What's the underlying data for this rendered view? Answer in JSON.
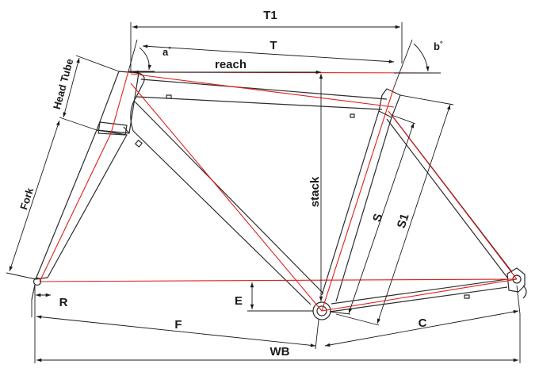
{
  "diagram": {
    "labels": {
      "t1": "T1",
      "t": "T",
      "reach": "reach",
      "a": "a",
      "a_deg": "°",
      "b": "b",
      "b_deg": "°",
      "head_tube": "Head Tube",
      "fork": "Fork",
      "stack": "stack",
      "s": "S",
      "s1": "S1",
      "e": "E",
      "r": "R",
      "f": "F",
      "c": "C",
      "wb": "WB"
    },
    "colors": {
      "frame": "#2b2b2b",
      "centerline": "#e01e1e",
      "dimension": "#1a1a1a",
      "background": "#ffffff"
    }
  }
}
